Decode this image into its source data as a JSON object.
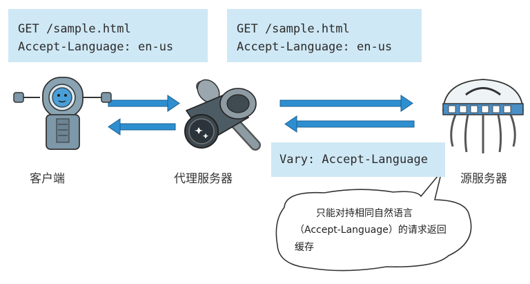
{
  "requests": {
    "left": {
      "line1": "GET /sample.html",
      "line2": "Accept-Language: en-us"
    },
    "right": {
      "line1": "GET /sample.html",
      "line2": "Accept-Language: en-us"
    }
  },
  "response": {
    "vary": "Vary: Accept-Language"
  },
  "nodes": {
    "client": "客户端",
    "proxy": "代理服务器",
    "origin": "源服务器"
  },
  "bubble": {
    "line1": "只能对持相同自然语言",
    "line2": "（Accept-Language）的请求返回",
    "line3": "缓存"
  },
  "colors": {
    "box_fill": "#cfe8f5",
    "arrow": "#2e8fd0",
    "robot_body": "#7d98a8",
    "robot_face": "#4a9fd8"
  },
  "icons": [
    "client-robot-icon",
    "proxy-server-icon",
    "origin-server-jellyfish-icon"
  ]
}
